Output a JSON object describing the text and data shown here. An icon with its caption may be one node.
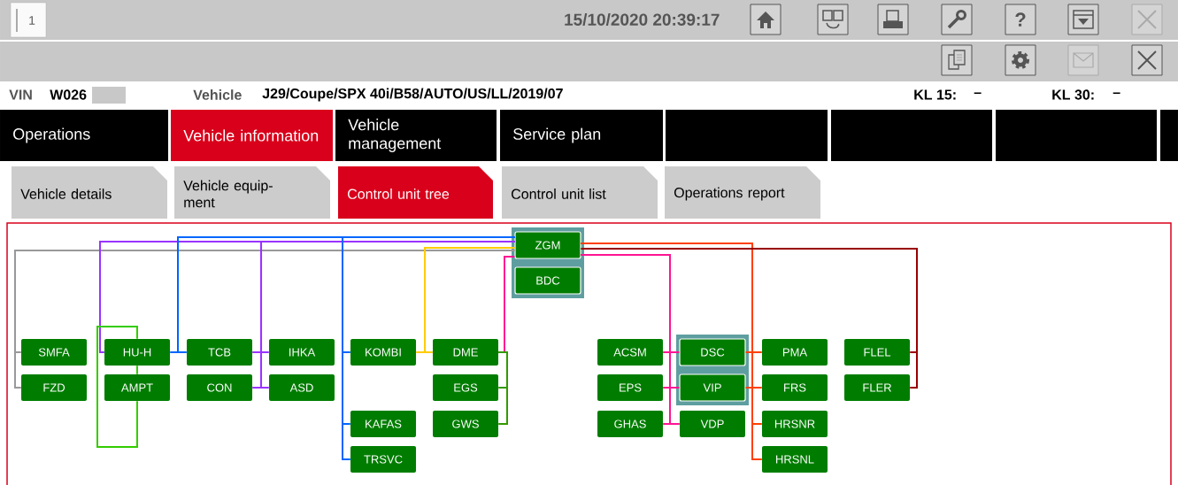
{
  "diagram": {
    "nodes": [
      {
        "text": [],
        "shape": "box"
      },
      {
        "text": [
          "ZGM"
        ],
        "in": 0
      },
      {
        "text": [
          "BDC"
        ],
        "in": 0
      },
      {
        "text": [
          "SMFA"
        ]
      },
      {
        "text": [
          "HU-H"
        ]
      },
      {
        "text": [
          "TCB"
        ]
      },
      {
        "text": [
          "IHKA"
        ]
      },
      {
        "text": [
          "KOMBI"
        ]
      },
      {
        "text": [
          "DME"
        ]
      },
      {
        "text": [
          "ACSM"
        ]
      },
      {
        "text": [],
        "shape": "box"
      },
      {
        "text": [
          "DSC"
        ],
        "in": 10
      },
      {
        "text": [
          "PMA"
        ]
      },
      {
        "text": [
          "FLEL"
        ]
      },
      {
        "text": [
          "FZD"
        ]
      },
      {
        "text": [
          "AMPT"
        ]
      },
      {
        "text": [
          "CON"
        ]
      },
      {
        "text": [
          "ASD"
        ]
      },
      {
        "text": [
          "EGS"
        ]
      },
      {
        "text": [
          "EPS"
        ]
      },
      {
        "text": [
          "VIP"
        ],
        "in": 10
      },
      {
        "text": [
          "FRS"
        ]
      },
      {
        "text": [
          "FLER"
        ]
      },
      {
        "text": [
          "KAFAS"
        ]
      },
      {
        "text": [
          "GWS"
        ]
      },
      {
        "text": [
          "GHAS"
        ]
      },
      {
        "text": [
          "VDP"
        ]
      },
      {
        "text": [
          "HRSNR"
        ]
      },
      {
        "text": [
          "TRSVC"
        ]
      },
      {
        "text": [
          "HRSNL"
        ]
      }
    ],
    "edges": [
      {
        "from": 1,
        "to": 3,
        "arrow": "none",
        "color": "#999999"
      },
      {
        "from": 1,
        "to": 14,
        "arrow": "none",
        "color": "#999999"
      },
      {
        "from": 1,
        "to": 4,
        "arrow": "none",
        "color": "#9933ff"
      },
      {
        "from": 1,
        "to": 5,
        "arrow": "none",
        "color": "#9933ff"
      },
      {
        "from": 1,
        "to": 6,
        "arrow": "none",
        "color": "#9933ff"
      },
      {
        "from": 1,
        "to": 16,
        "arrow": "none",
        "color": "#9933ff"
      },
      {
        "from": 1,
        "to": 17,
        "arrow": "none",
        "color": "#9933ff"
      },
      {
        "from": 1,
        "to": 4,
        "arrow": "none",
        "color": "#0066ff"
      },
      {
        "from": 1,
        "to": 5,
        "arrow": "none",
        "color": "#0066ff"
      },
      {
        "from": 1,
        "to": 7,
        "arrow": "none",
        "color": "#0066ff"
      },
      {
        "from": 1,
        "to": 23,
        "arrow": "none",
        "color": "#0066ff"
      },
      {
        "from": 1,
        "to": 28,
        "arrow": "none",
        "color": "#0066ff"
      },
      {
        "from": 1,
        "to": 7,
        "arrow": "none",
        "color": "#ffcc00"
      },
      {
        "from": 1,
        "to": 8,
        "arrow": "none",
        "color": "#ffcc00"
      },
      {
        "from": 1,
        "to": 8,
        "arrow": "none",
        "color": "#ff1493"
      },
      {
        "from": 1,
        "to": 9,
        "arrow": "none",
        "color": "#ff1493"
      },
      {
        "from": 1,
        "to": 11,
        "arrow": "none",
        "color": "#ff1493"
      },
      {
        "from": 1,
        "to": 19,
        "arrow": "none",
        "color": "#ff1493"
      },
      {
        "from": 1,
        "to": 20,
        "arrow": "none",
        "color": "#ff1493"
      },
      {
        "from": 1,
        "to": 25,
        "arrow": "none",
        "color": "#ff1493"
      },
      {
        "from": 1,
        "to": 26,
        "arrow": "none",
        "color": "#ff1493"
      },
      {
        "from": 1,
        "to": 11,
        "arrow": "none",
        "color": "#ff4000"
      },
      {
        "from": 1,
        "to": 12,
        "arrow": "none",
        "color": "#ff4000"
      },
      {
        "from": 1,
        "to": 20,
        "arrow": "none",
        "color": "#ff4000"
      },
      {
        "from": 1,
        "to": 21,
        "arrow": "none",
        "color": "#ff4000"
      },
      {
        "from": 1,
        "to": 27,
        "arrow": "none",
        "color": "#ff4000"
      },
      {
        "from": 1,
        "to": 29,
        "arrow": "none",
        "color": "#ff4000"
      },
      {
        "from": 1,
        "to": 13,
        "arrow": "none",
        "color": "#990000"
      },
      {
        "from": 1,
        "to": 22,
        "arrow": "none",
        "color": "#990000"
      },
      {
        "from": 8,
        "to": 18,
        "arrow": "none",
        "color": "#339900"
      },
      {
        "from": 8,
        "to": 24,
        "arrow": "none",
        "color": "#339900"
      },
      {
        "from": 4,
        "to": 15,
        "arrow": "none",
        "color": "#33cc00"
      },
      {
        "from": 4,
        "to": 15,
        "arrow": "none",
        "color": "#33cc00"
      }
    ],
    "labels": [
      "1",
      "15/10/2020 20:39:17",
      "?",
      "VIN",
      "W026",
      "Vehicle",
      "J29/Coupe/SPX 40i/B58/AUTO/US/LL/2019/07",
      "KL 15:",
      "–",
      "KL 30:",
      "–",
      "Operations",
      "Vehicle information",
      "Vehicle management",
      "Service plan",
      "Vehicle details",
      "Vehicle equip-ment",
      "Control unit tree",
      "Control unit list",
      "Operations report"
    ]
  }
}
